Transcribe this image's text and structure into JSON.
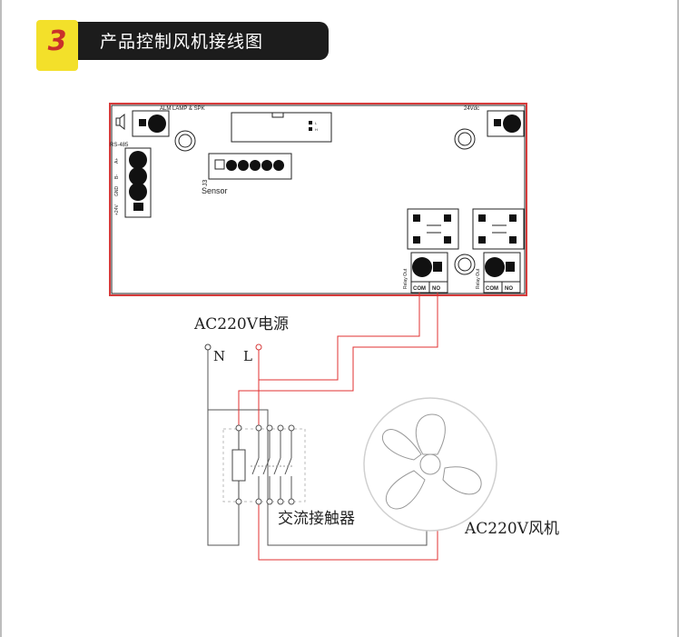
{
  "header": {
    "step_number": "3",
    "title": "产品控制风机接线图"
  },
  "board": {
    "alm_label": "ALM LAMP & SPK",
    "power_label": "24Vdc",
    "rs485_label": "RS-485",
    "rs485_pins": [
      "A+",
      "B-",
      "GND",
      "+24V"
    ],
    "j3_label": "J3",
    "sensor_label": "Sensor",
    "relay_label": "Relay Out",
    "com_label": "COM",
    "no_label": "NO",
    "switch_l": "L",
    "switch_h": "H"
  },
  "power": {
    "label": "AC220V电源",
    "n_label": "N",
    "l_label": "L"
  },
  "contactor": {
    "label": "交流接触器"
  },
  "fan": {
    "label": "AC220V风机"
  },
  "colors": {
    "wire_red": "#e03030",
    "wire_black": "#555555",
    "board_outline": "#d63a3a",
    "banner_yellow": "#f3e02a"
  }
}
